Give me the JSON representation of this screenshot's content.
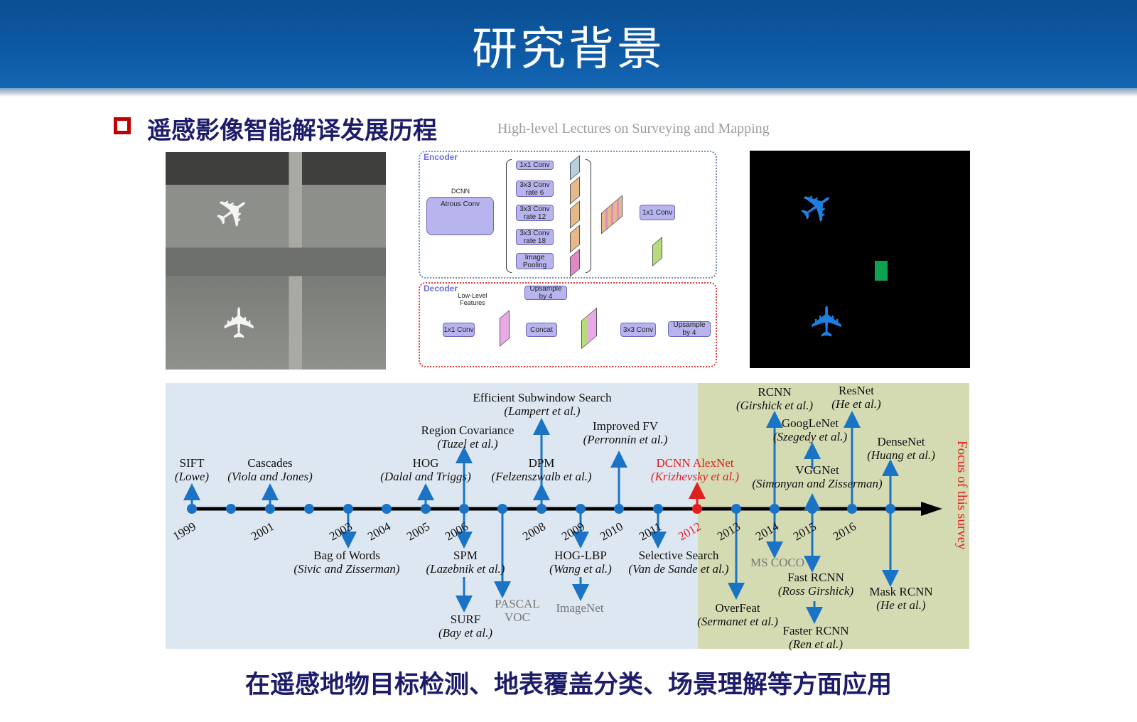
{
  "header": {
    "title": "研究背景"
  },
  "section": {
    "title": "遥感影像智能解译发展历程"
  },
  "architecture": {
    "encoder": "Encoder",
    "decoder": "Decoder",
    "dcnn": "DCNN",
    "atrous": "Atrous Conv",
    "branches": [
      "1x1 Conv",
      "3x3 Conv rate 6",
      "3x3 Conv rate 12",
      "3x3 Conv rate 18",
      "Image Pooling"
    ],
    "enc_conv": "1x1 Conv",
    "low_level": "Low-Level Features",
    "dec_conv": "1x1 Conv",
    "upsample1": "Upsample by 4",
    "concat": "Concat",
    "conv3": "3x3 Conv",
    "upsample2": "Upsample by 4"
  },
  "timeline": {
    "years": [
      "1999",
      "2001",
      "2003",
      "2004",
      "2005",
      "2006",
      "2008",
      "2009",
      "2010",
      "2011",
      "2012",
      "2013",
      "2014",
      "2015",
      "2016"
    ],
    "focus_label": "Focus of this survey",
    "events": [
      {
        "title": "SIFT",
        "author": "(Lowe)"
      },
      {
        "title": "Cascades",
        "author": "(Viola and Jones)"
      },
      {
        "title": "HOG",
        "author": "(Dalal and Triggs)"
      },
      {
        "title": "Region Covariance",
        "author": "(Tuzel et al.)"
      },
      {
        "title": "Efficient Subwindow Search",
        "author": "(Lampert et al.)"
      },
      {
        "title": "DPM",
        "author": "(Felzenszwalb et al.)"
      },
      {
        "title": "Improved FV",
        "author": "(Perronnin et al.)"
      },
      {
        "title": "DCNN AlexNet",
        "author": "(Krizhevsky et al.)"
      },
      {
        "title": "RCNN",
        "author": "(Girshick et al.)"
      },
      {
        "title": "ResNet",
        "author": "(He et al.)"
      },
      {
        "title": "GoogLeNet",
        "author": "(Szegedy et al.)"
      },
      {
        "title": "DenseNet",
        "author": "(Huang et al.)"
      },
      {
        "title": "VGGNet",
        "author": "(Simonyan and Zisserman)"
      },
      {
        "title": "Bag of Words",
        "author": "(Sivic and Zisserman)"
      },
      {
        "title": "SPM",
        "author": "(Lazebnik et al.)"
      },
      {
        "title": "SURF",
        "author": "(Bay et al.)"
      },
      {
        "title": "PASCAL",
        "author": "VOC"
      },
      {
        "title": "HOG-LBP",
        "author": "(Wang et al.)"
      },
      {
        "title": "ImageNet",
        "author": ""
      },
      {
        "title": "Selective Search",
        "author": "(Van de Sande et al.)"
      },
      {
        "title": "MS COCO",
        "author": ""
      },
      {
        "title": "OverFeat",
        "author": "(Sermanet et al.)"
      },
      {
        "title": "Fast RCNN",
        "author": "(Ross Girshick)"
      },
      {
        "title": "Faster RCNN",
        "author": "(Ren et al.)"
      },
      {
        "title": "Mask RCNN",
        "author": "(He et al.)"
      }
    ]
  },
  "watermark": "High-level Lectures on Surveying and Mapping",
  "footer": {
    "text": "在遥感地物目标检测、地表覆盖分类、场景理解等方面应用"
  },
  "colors": {
    "header": "#0d5aa6",
    "navy": "#1c1c6b",
    "red": "#e02020",
    "arrow": "#1a73c4"
  }
}
